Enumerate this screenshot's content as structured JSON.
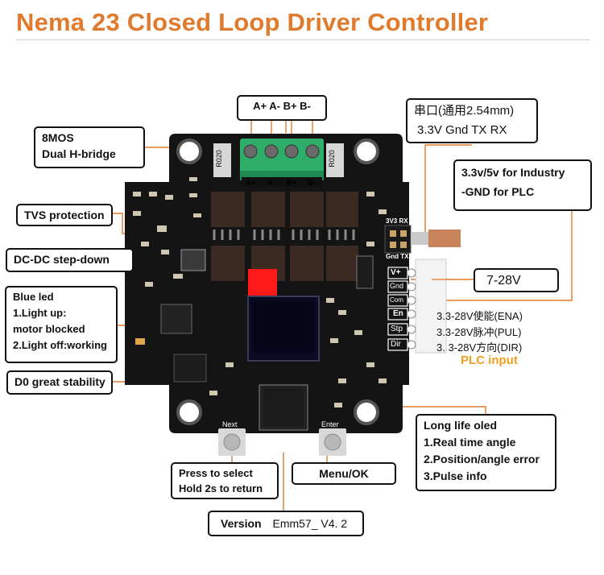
{
  "title": "Nema 23 Closed Loop Driver Controller",
  "callouts": {
    "motor_pins": "A+  A-  B+  B-",
    "serial_line1": "串口(通用2.54mm)",
    "serial_line2": "3.3V  Gnd  TX  RX",
    "mos_line1": "8MOS",
    "mos_line2": "Dual H-bridge",
    "industry_line1": "3.3v/5v for Industry",
    "industry_line2": "-GND for PLC",
    "tvs": "TVS protection",
    "dcdc": "DC-DC step-down",
    "led_line1": "Blue led",
    "led_line2": "1.Light up:",
    "led_line3": "motor blocked",
    "led_line4": "2.Light off:working",
    "stability": "D0 great stability",
    "voltage": "7-28V",
    "ena": "3.3-28V使能(ENA)",
    "pul": "3.3-28V脉冲(PUL)",
    "dir": "3. 3-28V方向(DIR)",
    "plc_input": "PLC input",
    "oled_line1": "Long life oled",
    "oled_line2": "1.Real time angle",
    "oled_line3": "2.Position/angle error",
    "oled_line4": "3.Pulse info",
    "next_line1": "Press to select",
    "next_line2": "Hold 2s to return",
    "menu": "Menu/OK",
    "version_label": "Version",
    "version_value": "Emm57_ V4. 2"
  },
  "board": {
    "terminal_labels": [
      "A+",
      "A-",
      "B+",
      "B-"
    ],
    "resistor_label": "R020",
    "side_pins": [
      "V+",
      "Gnd",
      "Com",
      "En",
      "Stp",
      "Dir"
    ],
    "serial_pin_top": "3V3  RX",
    "serial_pin_bottom": "Gnd  TX",
    "button_left": "Next",
    "button_right": "Enter",
    "model": "Emm57_V4.2"
  },
  "colors": {
    "accent": "#e07a2c",
    "board": "#141414",
    "terminal": "#2fae6a",
    "plc": "#f0a020",
    "red_block": "#ff1a1a"
  }
}
